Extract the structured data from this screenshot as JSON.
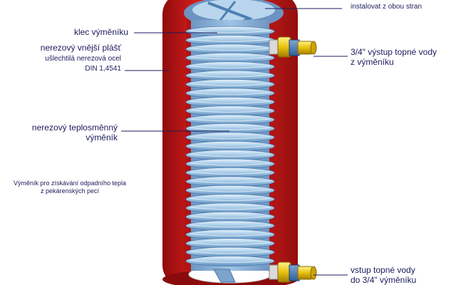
{
  "labels": {
    "top_right": "instalovat z obou stran",
    "klec": "klec výměníku",
    "plast_line1": "nerezový vnější plášť",
    "plast_line2": "ušlechtilá nerezová ocel",
    "plast_line3": "DIN 1,4541",
    "vystup_line1": "3/4\" výstup topné vody",
    "vystup_line2": "z výměníku",
    "teplo_line1": "nerezový teplosměnný",
    "teplo_line2": "výměník",
    "note_line1": "Výměník pro získávání odpadního tepla",
    "note_line2": "z pekárenských pecí",
    "vstup_line1": "vstup topné vody",
    "vstup_line2": "do 3/4\" výměníku"
  },
  "colors": {
    "tank_red": "#d11a1a",
    "tank_dark_red": "#9e0f0f",
    "coil_blue": "#a8cbe8",
    "coil_dark": "#5a88b8",
    "fitting_yellow": "#f2d21a",
    "label_text": "#1b1b5e"
  },
  "icons": {
    "fitting": "brass-pipe-fitting-icon"
  }
}
